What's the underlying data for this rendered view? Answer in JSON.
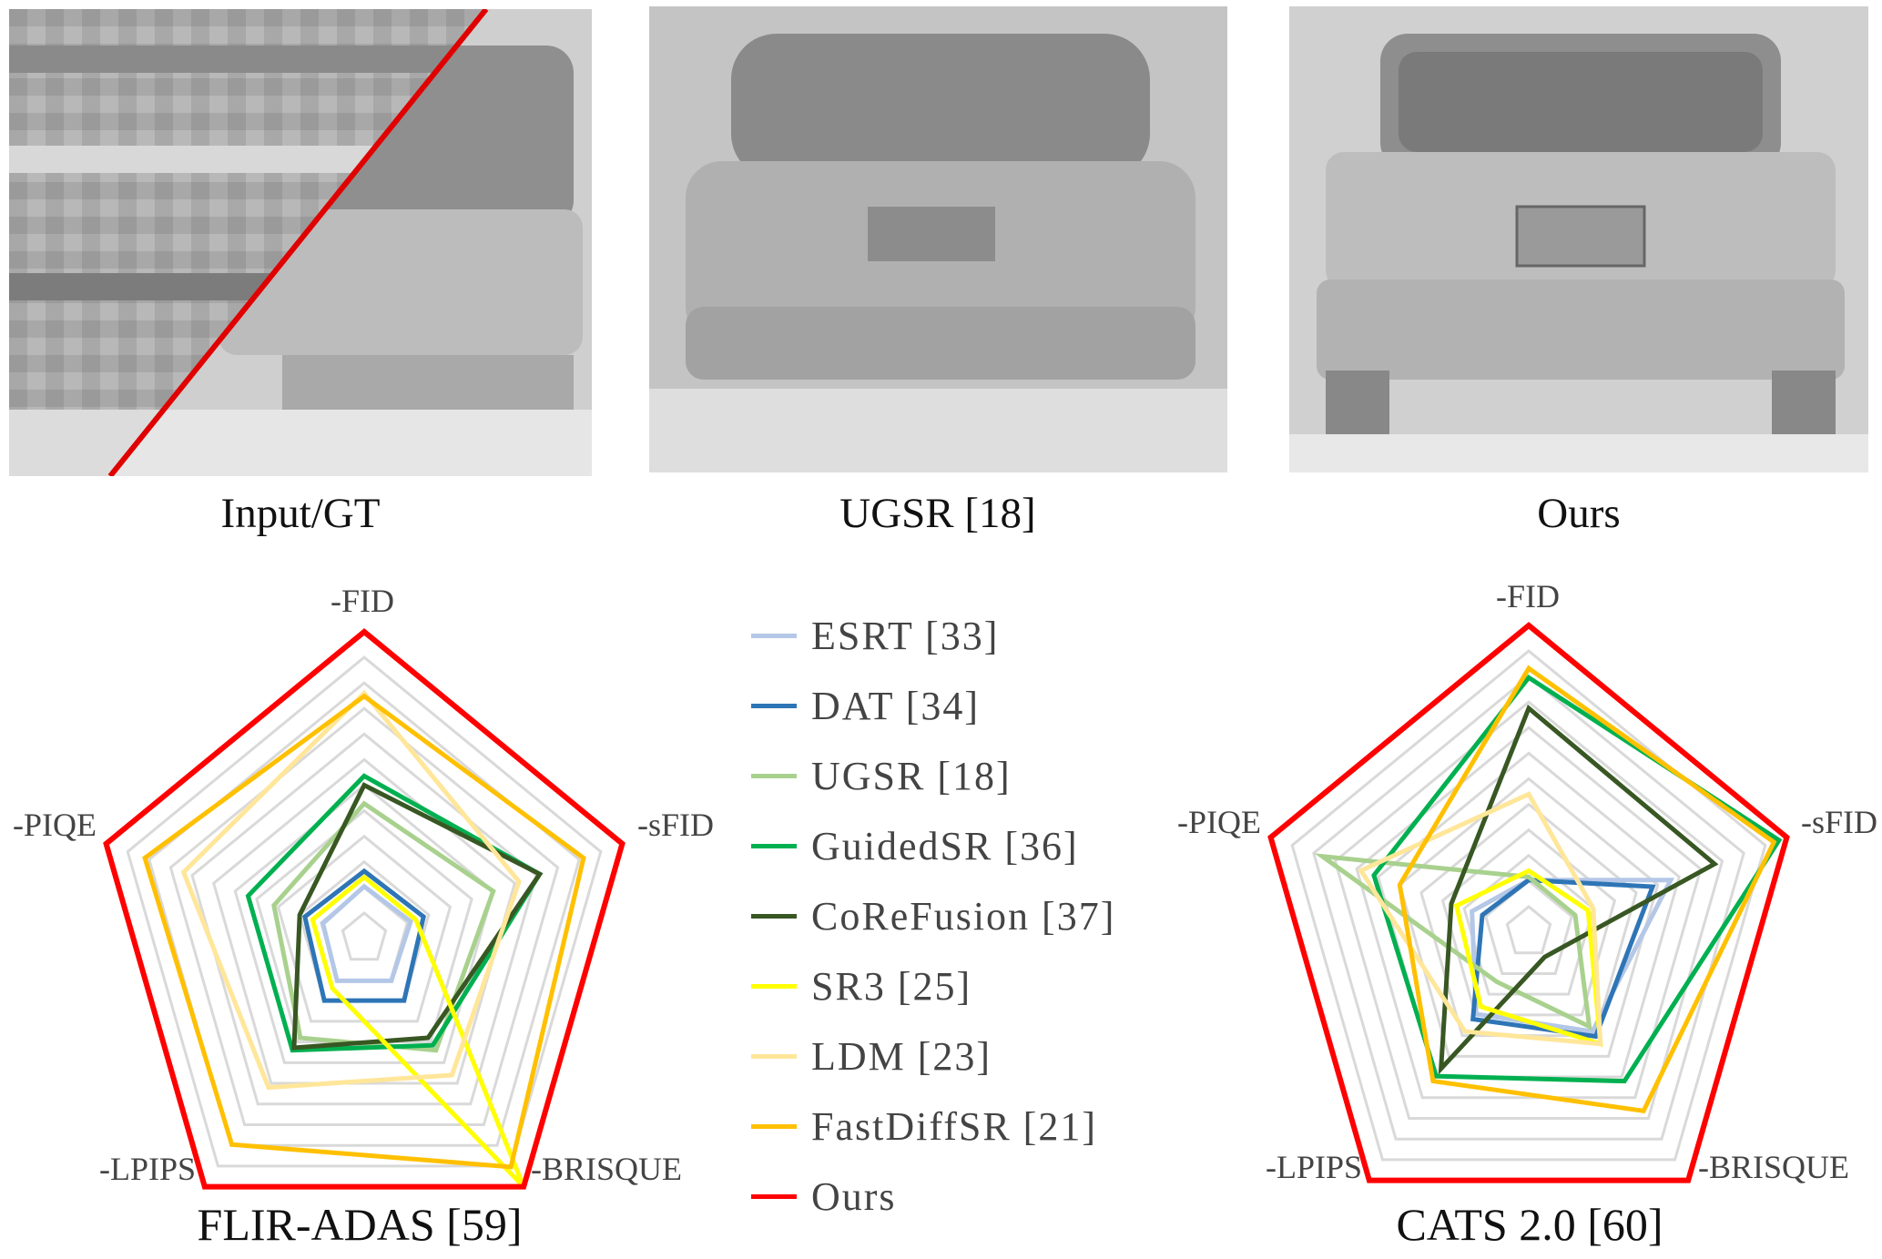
{
  "panels": [
    {
      "caption": "Input/GT"
    },
    {
      "caption": "UGSR [18]"
    },
    {
      "caption": "Ours"
    }
  ],
  "legend": [
    {
      "label": "ESRT [33]",
      "color": "#b4c7e7"
    },
    {
      "label": "DAT [34]",
      "color": "#2e75b6"
    },
    {
      "label": "UGSR [18]",
      "color": "#a9d18e"
    },
    {
      "label": "GuidedSR [36]",
      "color": "#00b050"
    },
    {
      "label": "CoReFusion [37]",
      "color": "#385723"
    },
    {
      "label": "SR3 [25]",
      "color": "#ffff00"
    },
    {
      "label": "LDM [23]",
      "color": "#ffe699"
    },
    {
      "label": "FastDiffSR [21]",
      "color": "#ffc000"
    },
    {
      "label": "Ours",
      "color": "#ff0000"
    }
  ],
  "chart_data": [
    {
      "type": "radar",
      "title": "FLIR-ADAS [59]",
      "axes": [
        "-FID",
        "-sFID",
        "-BRISQUE",
        "-LPIPS",
        "-PIQE"
      ],
      "range": [
        0,
        1
      ],
      "rings": 12,
      "series": [
        {
          "name": "ESRT [33]",
          "values": [
            0.17,
            0.18,
            0.17,
            0.17,
            0.16
          ]
        },
        {
          "name": "DAT [34]",
          "values": [
            0.22,
            0.23,
            0.25,
            0.25,
            0.23
          ]
        },
        {
          "name": "UGSR [18]",
          "values": [
            0.44,
            0.5,
            0.45,
            0.4,
            0.35
          ]
        },
        {
          "name": "GuidedSR [36]",
          "values": [
            0.53,
            0.68,
            0.43,
            0.45,
            0.45
          ]
        },
        {
          "name": "CoReFusion [37]",
          "values": [
            0.5,
            0.68,
            0.4,
            0.44,
            0.25
          ]
        },
        {
          "name": "SR3 [25]",
          "values": [
            0.2,
            0.2,
            1.0,
            0.2,
            0.2
          ]
        },
        {
          "name": "LDM [23]",
          "values": [
            0.8,
            0.6,
            0.55,
            0.6,
            0.7
          ]
        },
        {
          "name": "FastDiffSR [21]",
          "values": [
            0.79,
            0.85,
            0.92,
            0.83,
            0.85
          ]
        },
        {
          "name": "Ours",
          "values": [
            1,
            1,
            1,
            1,
            1
          ]
        }
      ]
    },
    {
      "type": "radar",
      "title": "CATS 2.0 [60]",
      "axes": [
        "-FID",
        "-sFID",
        "-BRISQUE",
        "-LPIPS",
        "-PIQE"
      ],
      "range": [
        0,
        1
      ],
      "rings": 12,
      "series": [
        {
          "name": "ESRT [33]",
          "values": [
            0.17,
            0.55,
            0.4,
            0.33,
            0.22
          ]
        },
        {
          "name": "DAT [34]",
          "values": [
            0.17,
            0.48,
            0.42,
            0.35,
            0.18
          ]
        },
        {
          "name": "UGSR [18]",
          "values": [
            0.18,
            0.18,
            0.38,
            0.2,
            0.8
          ]
        },
        {
          "name": "GuidedSR [36]",
          "values": [
            0.83,
            0.97,
            0.6,
            0.58,
            0.6
          ]
        },
        {
          "name": "CoReFusion [37]",
          "values": [
            0.73,
            0.72,
            0.1,
            0.55,
            0.3
          ]
        },
        {
          "name": "SR3 [25]",
          "values": [
            0.2,
            0.23,
            0.45,
            0.3,
            0.28
          ]
        },
        {
          "name": "LDM [23]",
          "values": [
            0.45,
            0.25,
            0.45,
            0.4,
            0.65
          ]
        },
        {
          "name": "FastDiffSR [21]",
          "values": [
            0.86,
            0.95,
            0.72,
            0.6,
            0.5
          ]
        },
        {
          "name": "Ours",
          "values": [
            1,
            1,
            1,
            1,
            1
          ]
        }
      ]
    }
  ]
}
